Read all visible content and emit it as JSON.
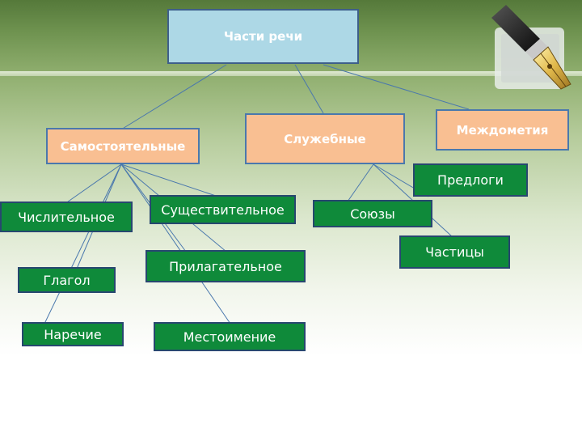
{
  "root": {
    "label": "Части речи"
  },
  "categories": {
    "independent": "Самостоятельные",
    "auxiliary": "Служебные",
    "interjections": "Междометия"
  },
  "independent_parts": {
    "numeral": "Числительное",
    "noun": "Существительное",
    "verb": "Глагол",
    "adjective": "Прилагательное",
    "adverb": "Наречие",
    "pronoun": "Местоимение"
  },
  "auxiliary_parts": {
    "prepositions": "Предлоги",
    "conjunctions": "Союзы",
    "particles": "Частицы"
  },
  "colors": {
    "root_fill": "#add8e6",
    "category_fill": "#f9bf92",
    "leaf_fill": "#0f8a3a",
    "connector": "#4a78ad"
  },
  "icons": {
    "decoration": "fountain-pen-icon"
  }
}
